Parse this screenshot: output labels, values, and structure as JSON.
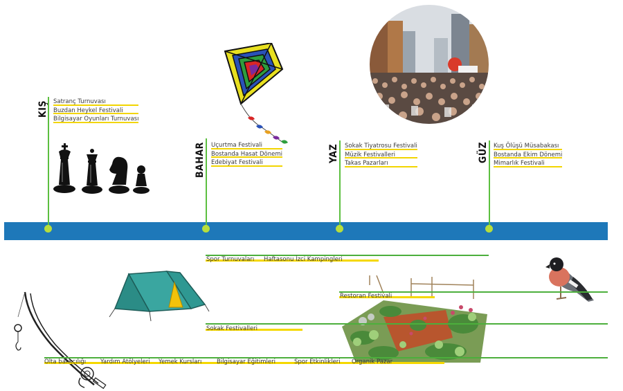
{
  "seasons": [
    {
      "label": "KIŞ",
      "events": [
        "Satranç Turnuvası",
        "Buzdan Heykel Festivali",
        "Bilgisayar Oyunları Turnuvası"
      ]
    },
    {
      "label": "BAHAR",
      "events": [
        "Uçurtma Festivali",
        "Bostanda Hasat Dönemi",
        "Edebiyat Festivali"
      ]
    },
    {
      "label": "YAZ",
      "events": [
        "Sokak Tiyatrosu Festivali",
        "Müzik Festivalleri",
        "Takas Pazarları"
      ]
    },
    {
      "label": "GÜZ",
      "events": [
        "Kuş Ölüşü Müsabakası",
        "Bostanda Ekim Dönemi",
        "Mimarlık Festivali"
      ]
    }
  ],
  "lower": {
    "row1": [
      "Spor Turnuvaları",
      "Haftasonu İzci Kampingleri"
    ],
    "row2": "Restoran Festivali",
    "row3": "Sokak Festivalleri",
    "row4": [
      "Olta balıkçılığı",
      "Yardım Atölyeleri",
      "Yemek Kursları",
      "Bilgisayar Eğitimleri",
      "Spor Etkinlikleri",
      "Organik Pazar"
    ]
  },
  "colors": {
    "timeline": "#1e78b9",
    "markers": "#5cbf3f",
    "highlight": "#f5d800"
  },
  "icons": [
    "chess-pieces-icon",
    "kite-icon",
    "crowd-photo-icon",
    "tent-icon",
    "fishing-rod-icon",
    "garden-icon",
    "bird-icon"
  ]
}
